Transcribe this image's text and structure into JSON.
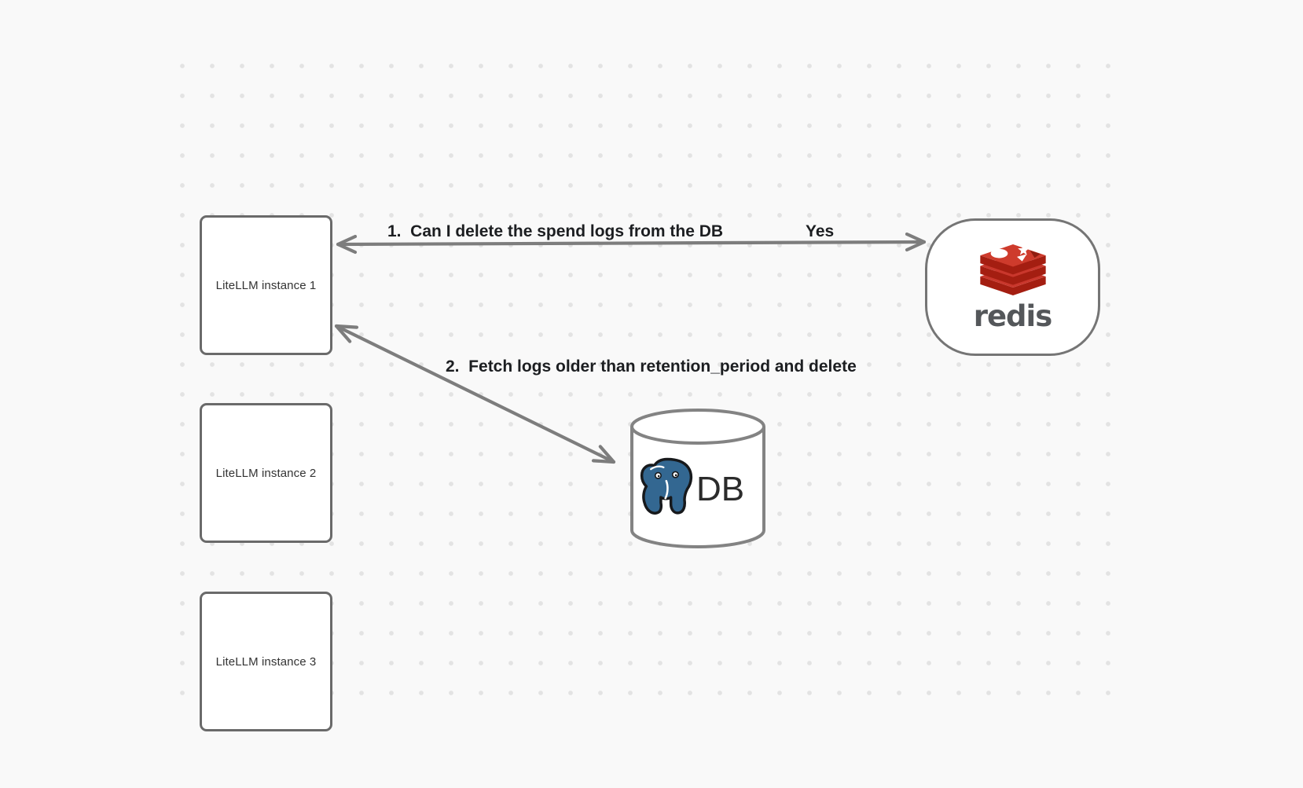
{
  "diagram": {
    "instances": [
      {
        "label": "LiteLLM instance 1"
      },
      {
        "label": "LiteLLM instance 2"
      },
      {
        "label": "LiteLLM instance 3"
      }
    ],
    "redis": {
      "wordmark": "redis"
    },
    "db": {
      "label": "DB"
    },
    "edge1": {
      "label": "1.  Can I delete the spend logs from the DB",
      "answer": "Yes"
    },
    "edge2": {
      "label": "2.  Fetch logs older than retention_period and delete"
    }
  },
  "colors": {
    "background": "#f9f9f9",
    "grid_dot": "#e3e3e3",
    "shape_stroke": "#6a6a6a",
    "arrow": "#7d7d7d",
    "label_text": "#1c1e21",
    "redis_red": "#c9372c",
    "redis_dark_red": "#a41e11",
    "redis_wordmark_gray": "#54575a",
    "postgres_blue": "#336791"
  }
}
